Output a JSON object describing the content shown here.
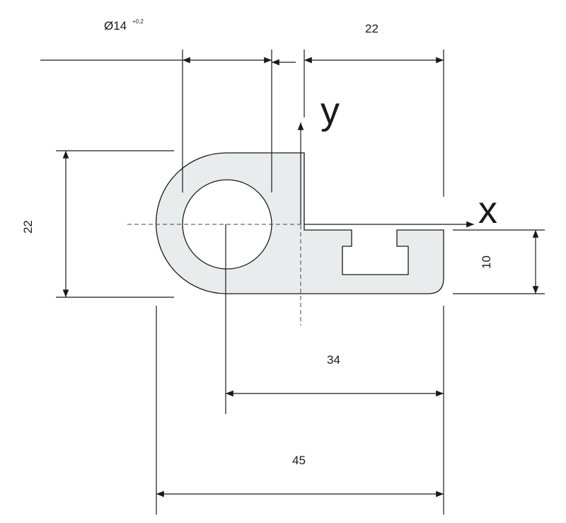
{
  "dimensions": {
    "diameter_value": "Ø14",
    "diameter_tolerance": "+0,2",
    "top_width": "22",
    "left_height": "22",
    "slot_height": "10",
    "center_to_right": "34",
    "overall_width": "45"
  },
  "axes": {
    "y_label": "y",
    "x_label": "x"
  },
  "colors": {
    "profile_fill": "#e9ecec",
    "line": "#1a1a1a"
  }
}
